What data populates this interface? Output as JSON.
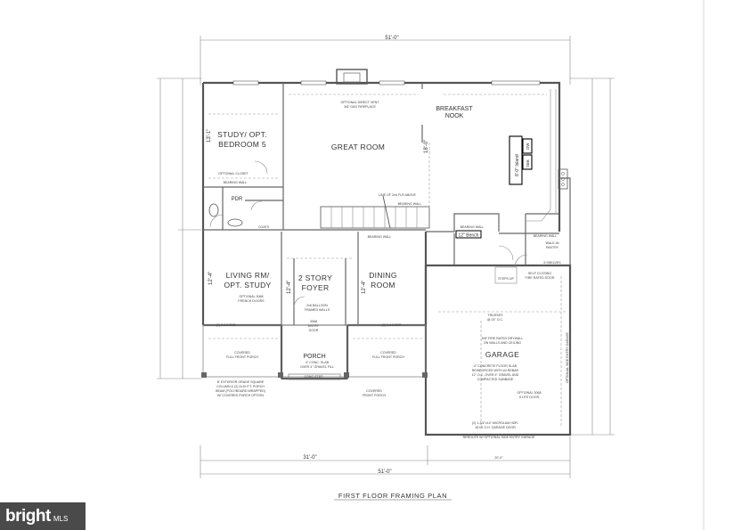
{
  "title": "FIRST FLOOR FRAMING PLAN",
  "dimensions": {
    "top_overall": "51'-0\"",
    "bottom_overall": "51'-0\"",
    "bottom_left": "31'-0\"",
    "bottom_right": "20'-0\"",
    "left_overall": "",
    "study_height": "13'-1\"",
    "great_room_height": "18'-0\"",
    "living_height": "12'-4\"",
    "dining_height": "12'-4\"",
    "foyer_height": "12'-4\""
  },
  "rooms": {
    "study": [
      "STUDY/ OPT.",
      "BEDROOM 5"
    ],
    "great_room": "GREAT ROOM",
    "breakfast": [
      "BREAKFAST",
      "NOOK"
    ],
    "pdr": "PDR",
    "living": [
      "LIVING RM/",
      "OPT. STUDY"
    ],
    "foyer": [
      "2 STORY",
      "FOYER"
    ],
    "dining": [
      "DINING",
      "ROOM"
    ],
    "porch": "PORCH",
    "garage": "GARAGE"
  },
  "labels": {
    "island": "8'-0\" Island",
    "dw": "DW",
    "sink": "Sink",
    "bench": "12\" Bench",
    "bearing_wall": "BEARING WALL",
    "walk_in_pantry": [
      "WALK-IN",
      "PANTRY"
    ],
    "optional_closet": "OPTIONAL CLOSET",
    "coats": "COATS",
    "optional_fireplace": [
      "OPTIONAL DIRECT VENT",
      "3/8\" GAS FIREPLACE"
    ],
    "garage_notes": [
      "5/8\" FIRE RATED DRYWALL",
      "ON WALLS AND CEILING"
    ],
    "slab_notes": [
      "4\" CONCRETE FLOOR SLAB",
      "REINFORCED WITH #4 REBAR",
      "12\" O.C. OVER 4\" GRAVEL AND",
      "COMPACTED SUBBASE"
    ],
    "garage_door": [
      "(2) 1-3/4\"x14\" MICROLAM HDR.",
      "16'x8' O.H. GARAGE DOOR"
    ],
    "porch_notes": [
      "4\" CONC. SLAB",
      "OVER 4\" GRAVEL FILL"
    ],
    "covered_front_porch_left": [
      "COVERED",
      "FULL FRONT PORCH"
    ],
    "covered_front_porch_right": [
      "COVERED",
      "FULL FRONT PORCH"
    ],
    "covered_porch_note": [
      "COVERED",
      "FRONT PORCH"
    ],
    "column_note": [
      "8\" EXTERIOR GRADE SQUARE",
      "COLUMN & (2) 2x10 P.T. PORCH",
      "BEAM (POLY/BOARD WRAPPED)",
      "W/ COVERED PORCH OPTION"
    ],
    "self_closing": [
      "SELF CLOSING",
      "FIRE RATED DOOR"
    ],
    "optional_doors": [
      "OPTIONAL 3068",
      "FRENCH DOORS"
    ],
    "optional_lite_door": [
      "OPTIONAL 3068",
      "9 LITE DOOR"
    ],
    "optional_side_entry": "OPTIONAL SIDE ENTRY GARAGE",
    "reroute_note": "REROUTE W/ OPTIONAL SIDE ENTRY GARAGE",
    "steps_up": "STEPS UP",
    "shelves": "5 SHELVES",
    "balloon_walls": [
      "2x6 BALLOON",
      "FRAMED WALLS"
    ],
    "entry_door": [
      "3068",
      "ENTRY",
      "DOOR"
    ],
    "conc_step": "CONC STEP",
    "line_of_floor": "LINE OF 2nd FLR ABOVE",
    "trusses": [
      "TRUSSES",
      "@ 24\" O.C."
    ],
    "hdr_2x10": "(2) 2x10 HDR."
  },
  "watermark": {
    "brand": "bright",
    "suffix": "MLS"
  }
}
